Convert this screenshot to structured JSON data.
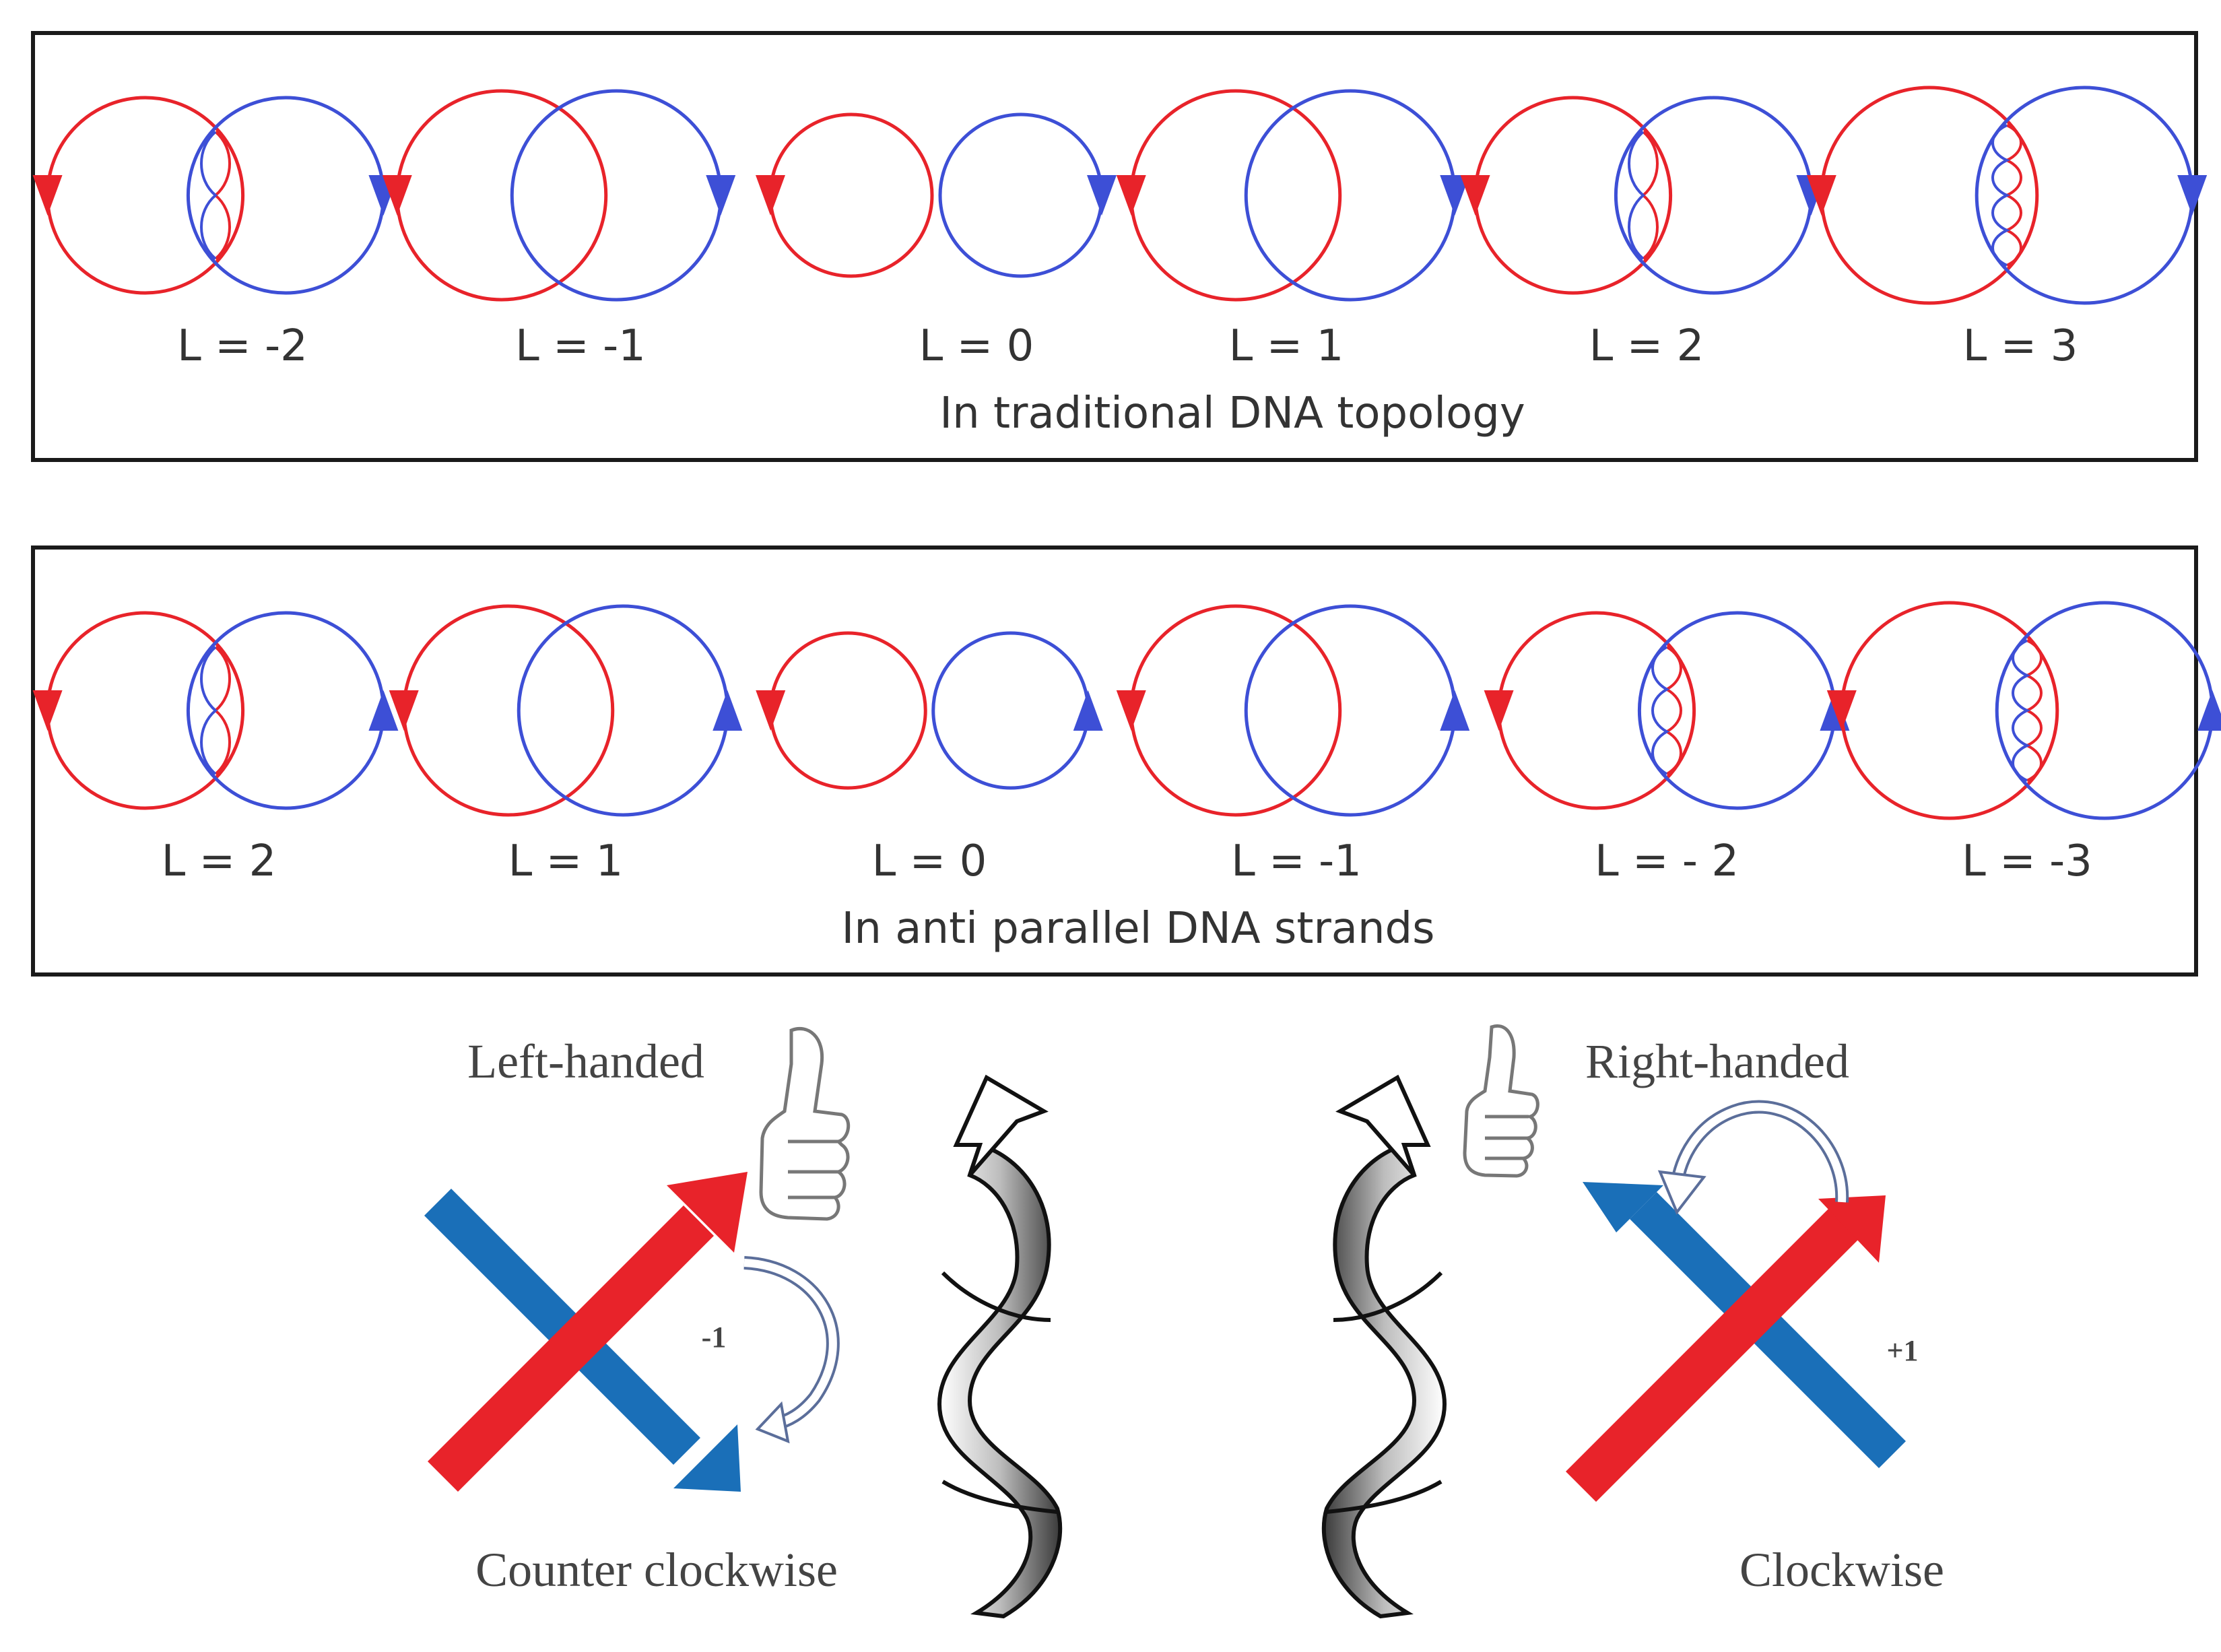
{
  "colors": {
    "red": "#e8232a",
    "blue": "#3d4fd6",
    "dark_blue": "#1a6fb8",
    "frame": "#1a1a1a",
    "text": "#333333"
  },
  "top_panel": {
    "caption": "In traditional DNA topology",
    "labels": [
      "L = -2",
      "L = -1",
      "L = 0",
      "L = 1",
      "L = 2",
      "L = 3"
    ]
  },
  "middle_panel": {
    "caption": "In anti parallel DNA strands",
    "labels": [
      "L = 2",
      "L = 1",
      "L = 0",
      "L = -1",
      "L = - 2",
      "L =  -3"
    ]
  },
  "bottom": {
    "left_title": "Left-handed",
    "left_caption": "Counter clockwise",
    "left_sign": "-1",
    "right_title": "Right-handed",
    "right_caption": "Clockwise",
    "right_sign": "+1"
  }
}
